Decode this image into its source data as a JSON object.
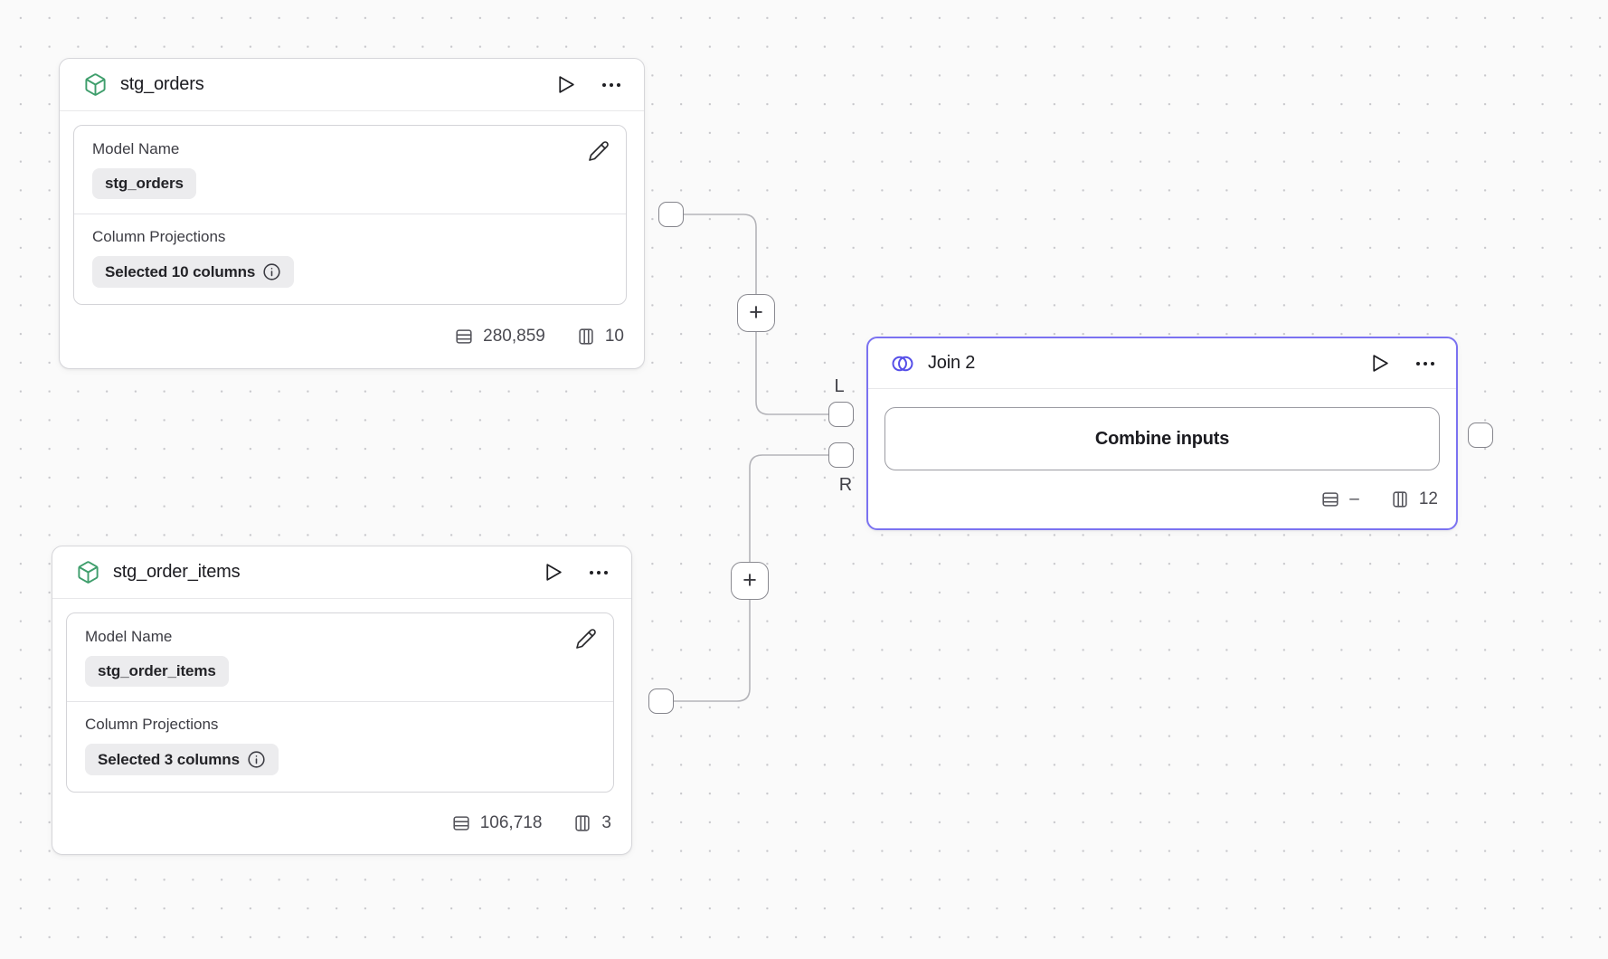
{
  "nodes": {
    "stg_orders": {
      "title": "stg_orders",
      "model_name_label": "Model Name",
      "model_name_value": "stg_orders",
      "projections_label": "Column Projections",
      "projections_value": "Selected 10 columns",
      "rows": "280,859",
      "columns": "10"
    },
    "stg_order_items": {
      "title": "stg_order_items",
      "model_name_label": "Model Name",
      "model_name_value": "stg_order_items",
      "projections_label": "Column Projections",
      "projections_value": "Selected 3 columns",
      "rows": "106,718",
      "columns": "3"
    },
    "join": {
      "title": "Join 2",
      "combine_button": "Combine inputs",
      "rows": "–",
      "columns": "12"
    }
  },
  "ports": {
    "left": "L",
    "right": "R"
  },
  "connectors": {
    "plus": "+"
  },
  "colors": {
    "join_accent": "#7b72f1",
    "venn_indigo": "#564fe8",
    "cube_green": "#3f9e6c",
    "edge_gray": "#b4b4b9"
  }
}
